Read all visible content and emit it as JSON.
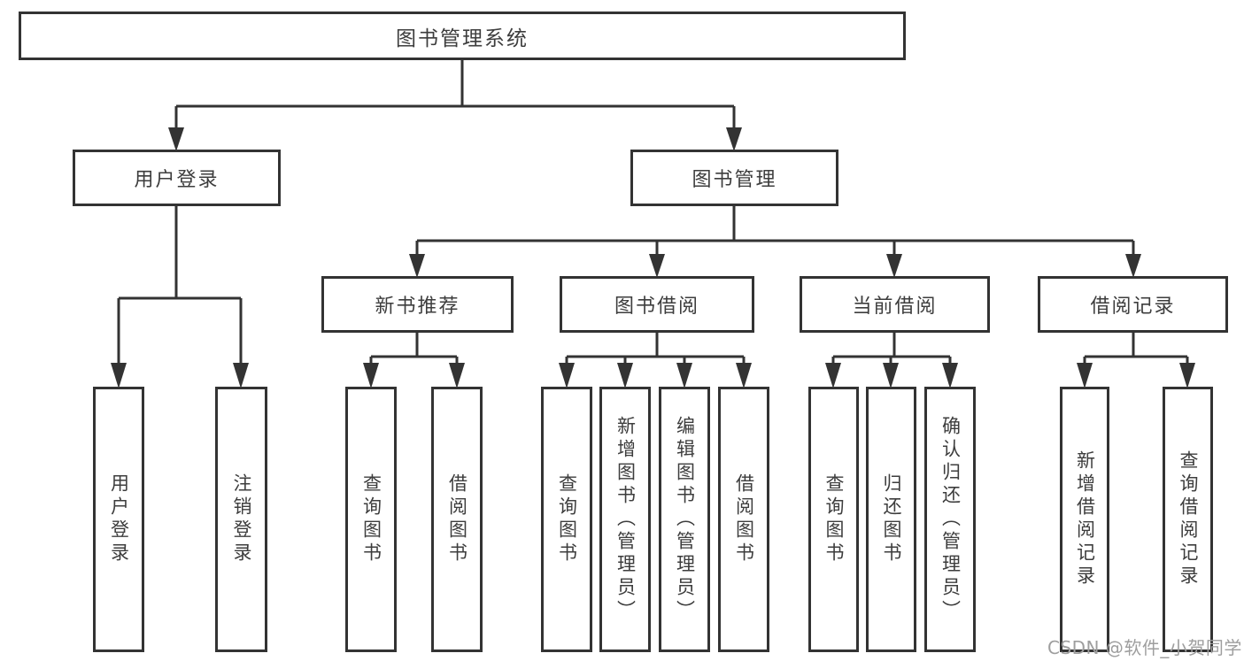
{
  "diagram": {
    "type": "tree",
    "title": "图书管理系统",
    "colors": {
      "line": "#333333",
      "box_border": "#333333",
      "box_bg": "#ffffff",
      "text": "#3d3d3d",
      "watermark": "#9e9e9e"
    },
    "nodes": {
      "root": {
        "label": "图书管理系统"
      },
      "level2": [
        {
          "label": "用户登录"
        },
        {
          "label": "图书管理"
        }
      ],
      "level3": [
        {
          "label": "新书推荐"
        },
        {
          "label": "图书借阅"
        },
        {
          "label": "当前借阅"
        },
        {
          "label": "借阅记录"
        }
      ],
      "leaves": [
        {
          "label": "用户登录"
        },
        {
          "label": "注销登录"
        },
        {
          "label": "查询图书"
        },
        {
          "label": "借阅图书"
        },
        {
          "label": "查询图书"
        },
        {
          "label": "新增图书（管理员）"
        },
        {
          "label": "编辑图书（管理员）"
        },
        {
          "label": "借阅图书"
        },
        {
          "label": "查询图书"
        },
        {
          "label": "归还图书"
        },
        {
          "label": "确认归还（管理员）"
        },
        {
          "label": "新增借阅记录"
        },
        {
          "label": "查询借阅记录"
        }
      ]
    },
    "edges": [
      [
        "图书管理系统",
        "用户登录"
      ],
      [
        "图书管理系统",
        "图书管理"
      ],
      [
        "用户登录",
        "用户登录(叶)"
      ],
      [
        "用户登录",
        "注销登录"
      ],
      [
        "图书管理",
        "新书推荐"
      ],
      [
        "图书管理",
        "图书借阅"
      ],
      [
        "图书管理",
        "当前借阅"
      ],
      [
        "图书管理",
        "借阅记录"
      ],
      [
        "新书推荐",
        "查询图书"
      ],
      [
        "新书推荐",
        "借阅图书"
      ],
      [
        "图书借阅",
        "查询图书"
      ],
      [
        "图书借阅",
        "新增图书（管理员）"
      ],
      [
        "图书借阅",
        "编辑图书（管理员）"
      ],
      [
        "图书借阅",
        "借阅图书"
      ],
      [
        "当前借阅",
        "查询图书"
      ],
      [
        "当前借阅",
        "归还图书"
      ],
      [
        "当前借阅",
        "确认归还（管理员）"
      ],
      [
        "借阅记录",
        "新增借阅记录"
      ],
      [
        "借阅记录",
        "查询借阅记录"
      ]
    ]
  },
  "watermark": "CSDN @软件_小贺同学"
}
